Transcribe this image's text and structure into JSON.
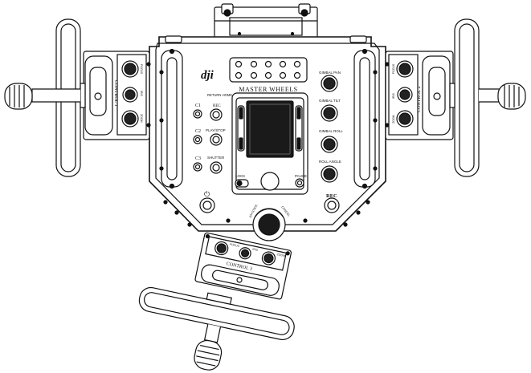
{
  "logo": {
    "text": "dji"
  },
  "panel": {
    "title": "MASTER WHEELS"
  },
  "left_buttons": {
    "c1": "C1",
    "c2": "C2",
    "c3": "C3"
  },
  "mid_buttons": {
    "return_home": "RETURN HOME",
    "rec": "REC",
    "play_stop": "PLAY/STOP",
    "shutter": "SHUTTER"
  },
  "screen_controls": {
    "lock": "LOCK",
    "pause": "PAUSE"
  },
  "right_knobs": {
    "gimbal_pan": "GIMBAL PAN",
    "gimbal_tilt": "GIMBAL TILT",
    "gimbal_roll": "GIMBAL ROLL",
    "roll_angle": "ROLL ANGLE"
  },
  "rec_label": "REC",
  "power_symbol": "⏻",
  "bottom_dial": {
    "left": "JOYSTICK",
    "right": "CANCEL"
  },
  "module_labels": {
    "left": "CONTROL 1",
    "right": "CONTROL 2",
    "bottom": "CONTROL 3"
  },
  "knob_labels": {
    "focus": "FOCUS",
    "iris": "IRIS",
    "zoom": "ZOOM"
  },
  "colors": {
    "line": "#111111",
    "fill": "#ffffff",
    "dark": "#1a1a1a"
  }
}
